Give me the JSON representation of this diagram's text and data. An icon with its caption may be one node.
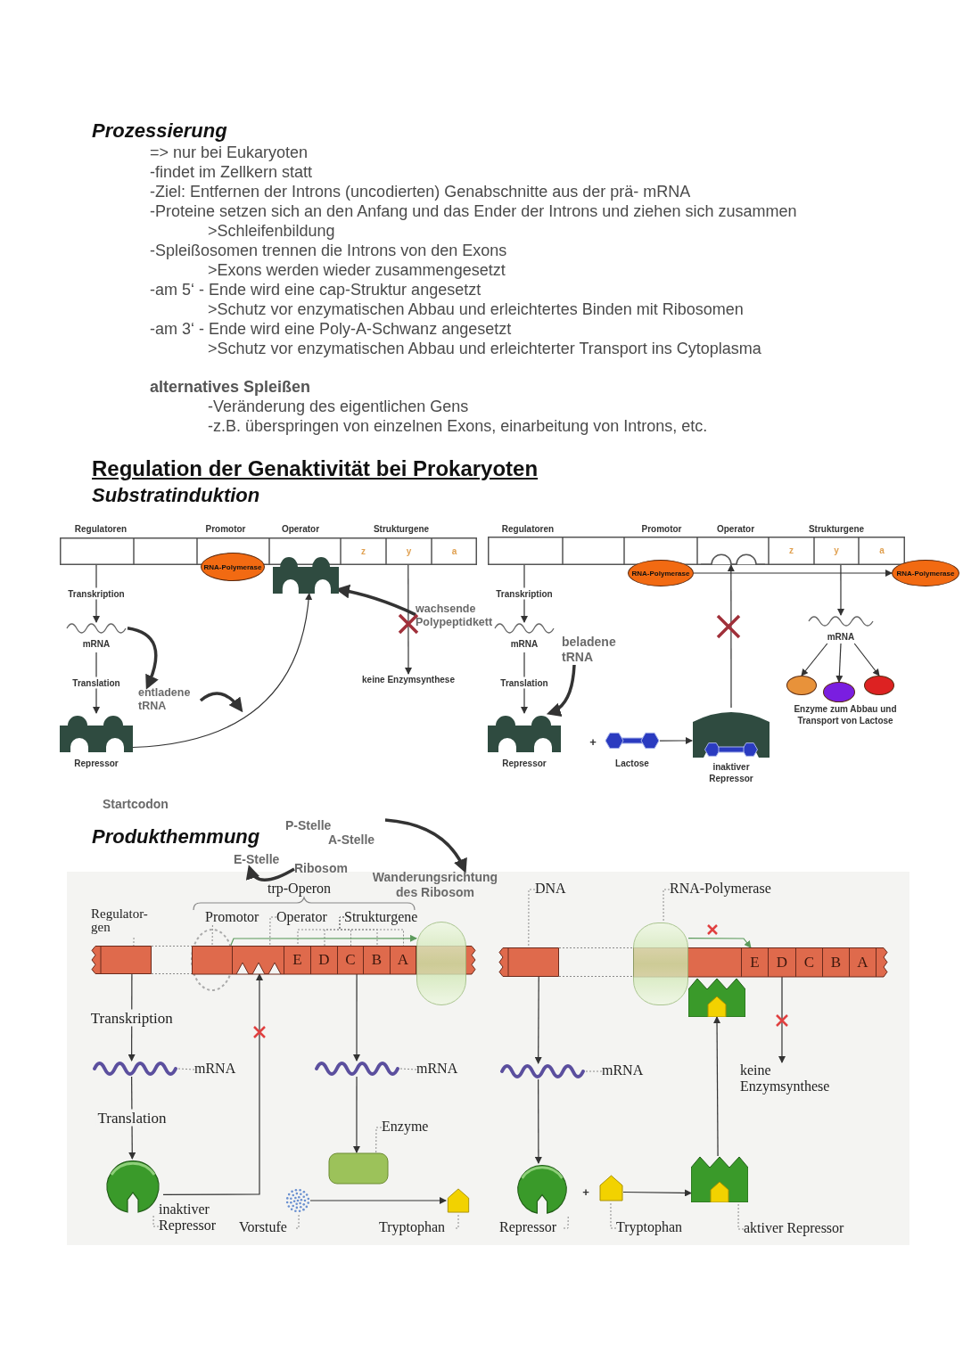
{
  "diagram": {
    "nodes": [
      {
        "text": [],
        "shape": "bar"
      },
      {
        "text": [
          "z"
        ],
        "in": 0
      },
      {
        "text": [
          "y"
        ],
        "in": 0
      },
      {
        "text": [
          "a"
        ],
        "in": 0
      },
      {
        "text": [
          "RNA-Polymerase"
        ]
      },
      {
        "text": [],
        "shape": "picture"
      },
      {
        "text": [
          "mRNA"
        ]
      },
      {
        "text": [
          "Repressor"
        ]
      },
      {
        "text": [
          "keine Enzymsynthese"
        ]
      },
      {
        "text": [
          "wachsende Polypeptidkett"
        ]
      },
      {
        "text": [
          "entladene tRNA"
        ]
      },
      {
        "text": [],
        "shape": "bar"
      },
      {
        "text": [
          "z"
        ],
        "in": 11
      },
      {
        "text": [
          "y"
        ],
        "in": 11
      },
      {
        "text": [
          "a"
        ],
        "in": 11
      },
      {
        "text": [
          "RNA-Polymerase"
        ]
      },
      {
        "text": [
          "RNA-Polymerase"
        ]
      },
      {
        "text": [
          "mRNA"
        ]
      },
      {
        "text": [
          "Repressor"
        ]
      },
      {
        "text": [
          "beladene tRNA"
        ]
      },
      {
        "text": [
          "Lactose"
        ]
      },
      {
        "text": [
          "inaktiver Repressor"
        ]
      },
      {
        "text": [
          "mRNA"
        ]
      },
      {
        "text": [],
        "shape": "ellipse"
      },
      {
        "text": [],
        "shape": "ellipse"
      },
      {
        "text": [],
        "shape": "ellipse"
      },
      {
        "text": [
          "E-Stelle"
        ]
      },
      {
        "text": [
          "Ribosom"
        ]
      },
      {
        "text": [
          "Wanderungsrichtung des Ribosom"
        ]
      },
      {
        "text": [
          "Regulator- gen"
        ]
      },
      {
        "text": [],
        "shape": "bar"
      },
      {
        "text": [
          "Promotor"
        ]
      },
      {
        "text": [
          "Operator"
        ]
      },
      {
        "text": [
          "Strukturgene"
        ]
      },
      {
        "text": [],
        "shape": "bar"
      },
      {
        "text": [],
        "shape": "box",
        "in": 34
      },
      {
        "text": [],
        "shape": "box",
        "in": 34
      },
      {
        "text": [
          "E"
        ],
        "in": 34
      },
      {
        "text": [
          "D"
        ],
        "in": 34
      },
      {
        "text": [
          "C"
        ],
        "in": 34
      },
      {
        "text": [
          "B"
        ],
        "in": 34
      },
      {
        "text": [
          "A"
        ],
        "in": 34
      },
      {
        "text": [],
        "shape": "capsule"
      },
      {
        "text": [],
        "shape": "wave"
      },
      {
        "text": [
          "mRNA"
        ]
      },
      {
        "text": [],
        "shape": "picture"
      },
      {
        "text": [
          "inaktiver Repressor"
        ]
      },
      {
        "text": [],
        "shape": "wave"
      },
      {
        "text": [
          "mRNA"
        ]
      },
      {
        "text": [],
        "shape": "box"
      },
      {
        "text": [
          "Enzyme"
        ]
      },
      {
        "text": [],
        "shape": "picture"
      },
      {
        "text": [
          "Vorstufe"
        ]
      },
      {
        "text": [],
        "shape": "pentagon"
      },
      {
        "text": [
          "Tryptophan"
        ]
      },
      {
        "text": [
          "DNA"
        ]
      },
      {
        "text": [],
        "shape": "bar"
      },
      {
        "text": [
          "RNA-Polymerase"
        ]
      },
      {
        "text": [],
        "shape": "bar"
      },
      {
        "text": [],
        "shape": "box",
        "in": 58
      },
      {
        "text": [
          "E"
        ],
        "in": 58
      },
      {
        "text": [
          "D"
        ],
        "in": 58
      },
      {
        "text": [
          "C"
        ],
        "in": 58
      },
      {
        "text": [
          "B"
        ],
        "in": 58
      },
      {
        "text": [
          "A"
        ],
        "in": 58
      },
      {
        "text": [],
        "shape": "capsule"
      },
      {
        "text": [],
        "shape": "picture"
      },
      {
        "text": [],
        "shape": "wave"
      },
      {
        "text": [
          "mRNA"
        ]
      },
      {
        "text": [],
        "shape": "picture"
      },
      {
        "text": [
          "Repressor"
        ]
      },
      {
        "text": [],
        "shape": "pentagon"
      },
      {
        "text": [
          "Tryptophan"
        ]
      },
      {
        "text": [],
        "shape": "picture"
      },
      {
        "text": [
          "aktiver Repressor"
        ]
      },
      {
        "text": [
          "keine Enzymsynthese"
        ]
      }
    ],
    "edges": [
      {
        "from": 0,
        "to": 6,
        "arrow": "to",
        "label": "Transkription"
      },
      {
        "from": 6,
        "to": 7,
        "arrow": "to",
        "label": "Translation"
      },
      {
        "from": 7,
        "to": 5,
        "arrow": "to"
      },
      {
        "from": 0,
        "to": 8,
        "arrow": "to"
      },
      {
        "from": 9,
        "to": 5,
        "arrow": "to",
        "style": "thick"
      },
      {
        "from": 6,
        "to": 10,
        "arrow": "to",
        "style": "thick"
      },
      {
        "from": 10,
        "to": null,
        "arrow": "to",
        "style": "thick"
      },
      {
        "from": 15,
        "to": 16,
        "arrow": "to"
      },
      {
        "from": 11,
        "to": 17,
        "arrow": "to",
        "label": "Transkription"
      },
      {
        "from": 17,
        "to": 18,
        "arrow": "to",
        "label": "Translation"
      },
      {
        "from": 19,
        "to": 18,
        "arrow": "to",
        "style": "thick"
      },
      {
        "from": 20,
        "to": 21,
        "arrow": "to"
      },
      {
        "from": 21,
        "to": 11,
        "arrow": "to"
      },
      {
        "from": 11,
        "to": 22,
        "arrow": "to"
      },
      {
        "from": 22,
        "to": 23,
        "arrow": "to"
      },
      {
        "from": 22,
        "to": 24,
        "arrow": "to"
      },
      {
        "from": 22,
        "to": 25,
        "arrow": "to"
      },
      {
        "from": 27,
        "to": 26,
        "arrow": "to",
        "style": "thick"
      },
      {
        "from": null,
        "to": 28,
        "arrow": "to",
        "style": "thick"
      },
      {
        "from": 29,
        "to": 30,
        "arrow": "none",
        "style": "dashed",
        "color": "#8a8a8a"
      },
      {
        "from": 31,
        "to": 35,
        "arrow": "none",
        "style": "dashed",
        "color": "#8a8a8a"
      },
      {
        "from": 32,
        "to": 36,
        "arrow": "none",
        "style": "dashed",
        "color": "#8a8a8a"
      },
      {
        "from": 33,
        "to": 37,
        "arrow": "none",
        "style": "dashed",
        "color": "#8a8a8a"
      },
      {
        "from": 33,
        "to": 38,
        "arrow": "none",
        "style": "dashed",
        "color": "#8a8a8a"
      },
      {
        "from": 33,
        "to": 39,
        "arrow": "none",
        "style": "dashed",
        "color": "#8a8a8a"
      },
      {
        "from": 33,
        "to": 40,
        "arrow": "none",
        "style": "dashed",
        "color": "#8a8a8a"
      },
      {
        "from": 33,
        "to": 41,
        "arrow": "none",
        "style": "dashed",
        "color": "#8a8a8a"
      },
      {
        "from": 30,
        "to": 43,
        "arrow": "to",
        "label": "Transkription"
      },
      {
        "from": 43,
        "to": 45,
        "arrow": "to",
        "label": "Translation"
      },
      {
        "from": 44,
        "to": 43,
        "arrow": "none",
        "style": "dashed",
        "color": "#8a8a8a"
      },
      {
        "from": 46,
        "to": 45,
        "arrow": "none",
        "style": "dashed",
        "color": "#8a8a8a"
      },
      {
        "from": 45,
        "to": 36,
        "arrow": "to"
      },
      {
        "from": 34,
        "to": 47,
        "arrow": "to"
      },
      {
        "from": 48,
        "to": 47,
        "arrow": "none",
        "style": "dashed",
        "color": "#8a8a8a"
      },
      {
        "from": 47,
        "to": 49,
        "arrow": "to"
      },
      {
        "from": 50,
        "to": 49,
        "arrow": "none",
        "style": "dashed",
        "color": "#8a8a8a"
      },
      {
        "from": 52,
        "to": 51,
        "arrow": "none",
        "style": "dashed",
        "color": "#8a8a8a"
      },
      {
        "from": 51,
        "to": 53,
        "arrow": "to"
      },
      {
        "from": 54,
        "to": 53,
        "arrow": "none",
        "style": "dashed",
        "color": "#8a8a8a"
      },
      {
        "from": 55,
        "to": 56,
        "arrow": "none",
        "style": "dashed",
        "color": "#8a8a8a"
      },
      {
        "from": 57,
        "to": 65,
        "arrow": "none",
        "style": "dashed",
        "color": "#8a8a8a"
      },
      {
        "from": 56,
        "to": 67,
        "arrow": "to"
      },
      {
        "from": 68,
        "to": 67,
        "arrow": "none",
        "style": "dashed",
        "color": "#8a8a8a"
      },
      {
        "from": 67,
        "to": 69,
        "arrow": "to"
      },
      {
        "from": 70,
        "to": 69,
        "arrow": "none",
        "style": "dashed",
        "color": "#8a8a8a"
      },
      {
        "from": 72,
        "to": 71,
        "arrow": "none",
        "style": "dashed",
        "color": "#8a8a8a"
      },
      {
        "from": 71,
        "to": 73,
        "arrow": "to"
      },
      {
        "from": 74,
        "to": 73,
        "arrow": "none",
        "style": "dashed",
        "color": "#8a8a8a"
      },
      {
        "from": 73,
        "to": 66,
        "arrow": "to"
      },
      {
        "from": 58,
        "to": 75,
        "arrow": "to"
      },
      {
        "from": 30,
        "to": 34,
        "arrow": "none",
        "style": "dashed",
        "color": "#8a8a8a"
      },
      {
        "from": 30,
        "to": 34,
        "arrow": "none",
        "style": "dashed",
        "color": "#8a8a8a"
      },
      {
        "from": 56,
        "to": 58,
        "arrow": "none",
        "style": "dashed",
        "color": "#8a8a8a"
      },
      {
        "from": 56,
        "to": 58,
        "arrow": "none",
        "style": "dashed",
        "color": "#8a8a8a"
      },
      {
        "from": 35,
        "to": 42,
        "arrow": "to",
        "color": "#5c9a5c"
      },
      {
        "from": 65,
        "to": 60,
        "arrow": "to",
        "color": "#5c9a5c"
      }
    ],
    "labels": [
      "Prozessierung",
      "=> nur bei Eukaryoten",
      "-findet im Zellkern statt",
      "-Ziel: Entfernen der Introns (uncodierten) Genabschnitte aus der prä- mRNA",
      "-Proteine setzen sich an den Anfang und das Ender der Introns und ziehen sich zusammen",
      ">Schleifenbildung",
      "-Spleißosomen trennen die Introns von den Exons",
      ">Exons werden wieder zusammengesetzt",
      "-am 5‘ - Ende wird eine cap-Struktur angesetzt",
      ">Schutz vor enzymatischen Abbau und erleichtertes Binden mit Ribosomen",
      "-am 3‘ - Ende wird eine Poly-A-Schwanz angesetzt",
      ">Schutz vor enzymatischen Abbau und erleichterter Transport ins Cytoplasma",
      "alternatives Spleißen",
      "-Veränderung des eigentlichen Gens",
      "-z.B. überspringen von einzelnen Exons, einarbeitung von Introns, etc.",
      "Regulation der Genaktivität bei Prokaryoten",
      "Substratinduktion",
      "Regulatoren",
      "Promotor",
      "Operator",
      "Strukturgene",
      "Regulatoren",
      "Promotor",
      "Operator",
      "Strukturgene",
      "+",
      "Enzyme zum Abbau und Transport von Lactose",
      "Startcodon",
      "P-Stelle",
      "Produkthemmung",
      "A-Stelle",
      "trp-Operon",
      "+"
    ]
  }
}
